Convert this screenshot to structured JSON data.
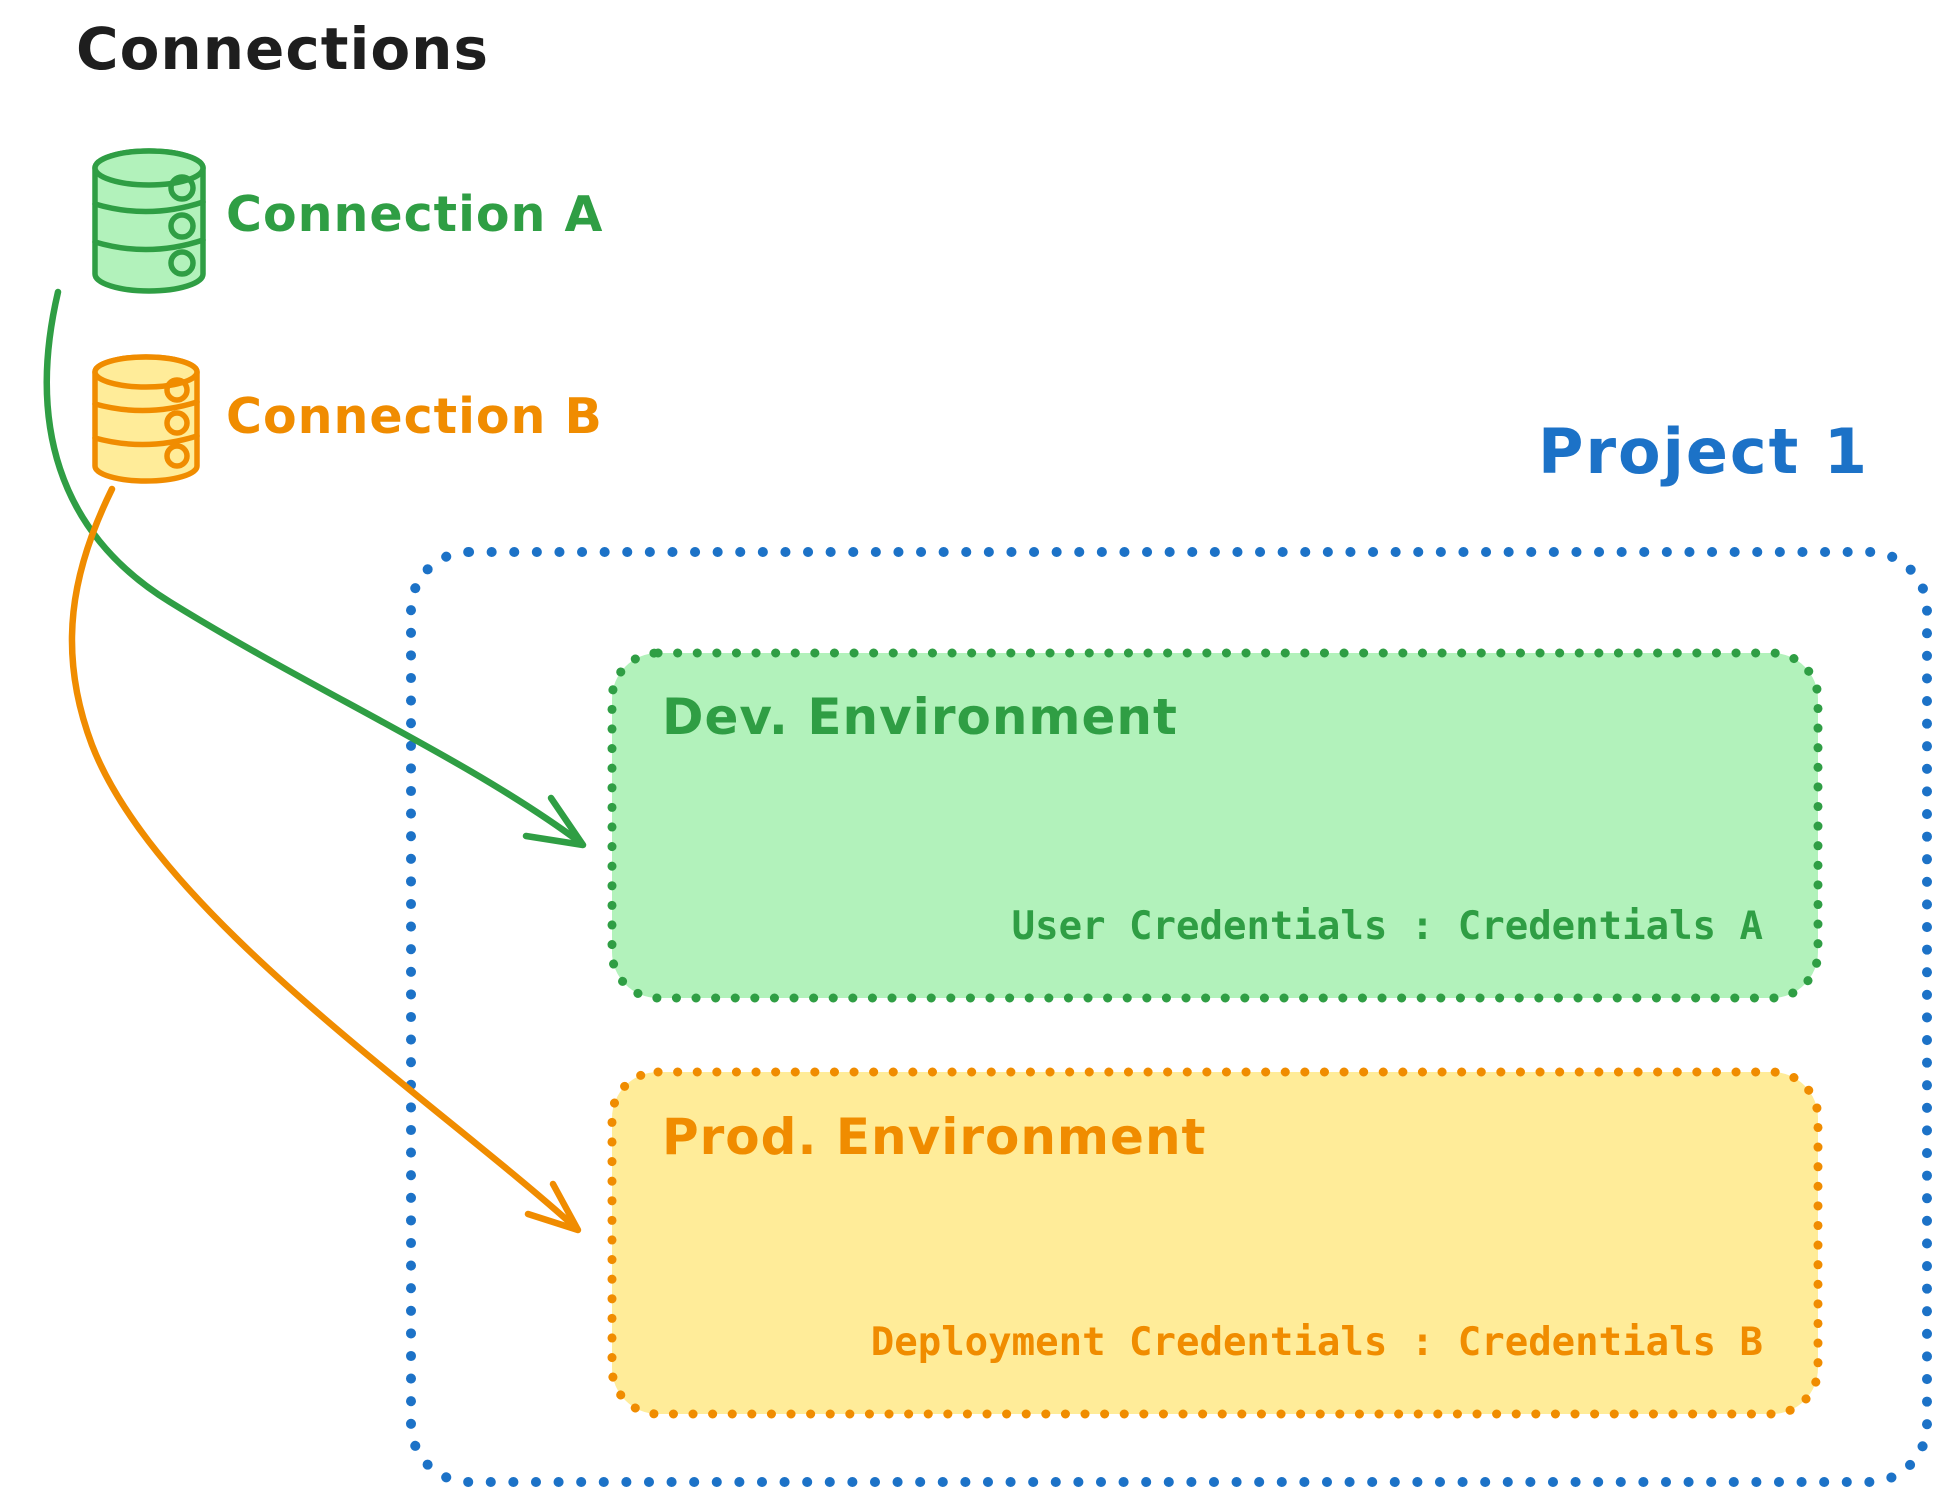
{
  "title": "Connections",
  "connections": [
    {
      "label": "Connection A",
      "stroke_color": "#2f9e44",
      "fill_color": "#b2f2bb",
      "icon": "database-icon"
    },
    {
      "label": "Connection B",
      "stroke_color": "#f08c00",
      "fill_color": "#ffec99",
      "icon": "database-icon"
    }
  ],
  "project": {
    "label": "Project 1",
    "border_color": "#1c72c7",
    "environments": [
      {
        "name": "Dev. Environment",
        "credentials_label": "User Credentials : Credentials A",
        "stroke_color": "#2f9e44",
        "fill_color": "#b2f2bb"
      },
      {
        "name": "Prod. Environment",
        "credentials_label": "Deployment Credentials : Credentials B",
        "stroke_color": "#f08c00",
        "fill_color": "#ffec99"
      }
    ]
  },
  "arrows": [
    {
      "name": "connection-a-to-dev",
      "color": "#2f9e44"
    },
    {
      "name": "connection-b-to-prod",
      "color": "#f08c00"
    }
  ]
}
